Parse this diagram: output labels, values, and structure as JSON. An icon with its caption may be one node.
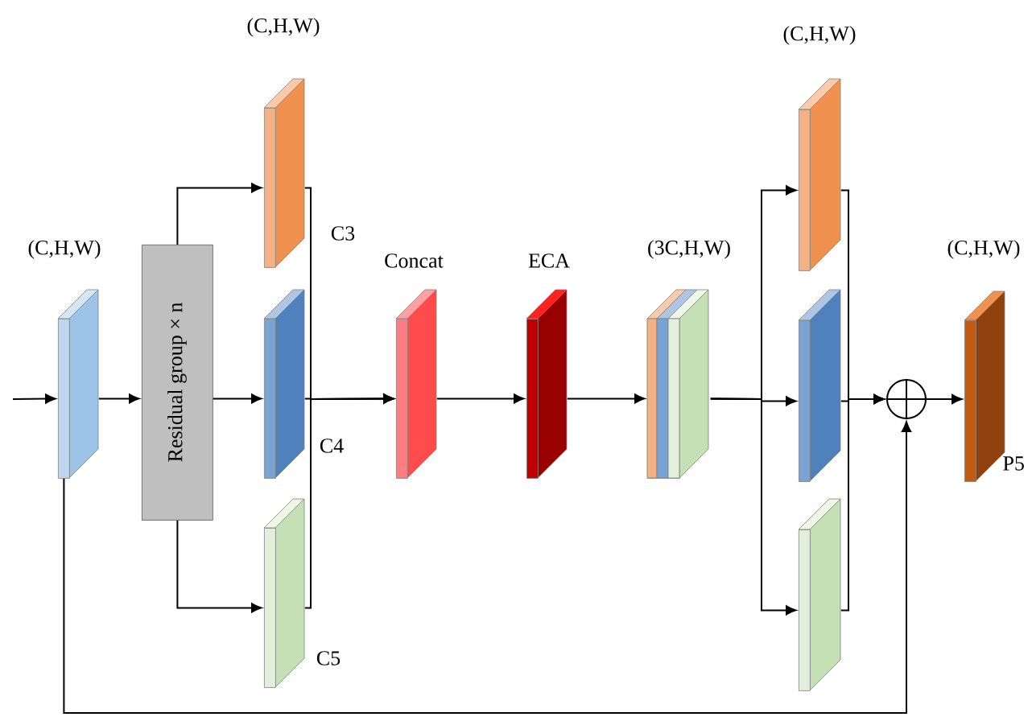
{
  "diagram": {
    "nodes": [
      {
        "text": [
          "(C,H,W)"
        ]
      },
      {
        "text": [
          "Residual group × n"
        ]
      },
      {
        "text": [
          "(C,H,W)"
        ],
        "beside": [
          "C3"
        ]
      },
      {
        "text": [],
        "shape": "box",
        "beside": [
          "C4"
        ]
      },
      {
        "text": [],
        "shape": "box",
        "beside": [
          "C5"
        ]
      },
      {
        "text": [
          "Concat"
        ]
      },
      {
        "text": [
          "ECA"
        ]
      },
      {
        "text": [
          "(3C,H,W)"
        ]
      },
      {
        "text": [
          "(C,H,W)"
        ]
      },
      {
        "text": [],
        "shape": "box"
      },
      {
        "text": [],
        "shape": "box"
      },
      {
        "text": [],
        "shape": "circle"
      },
      {
        "text": [
          "(C,H,W)"
        ],
        "beside": [
          "P5"
        ]
      }
    ],
    "edges": [
      {
        "from": null,
        "to": 0,
        "arrow": "to"
      },
      {
        "from": 0,
        "to": 1,
        "arrow": "to"
      },
      {
        "from": 1,
        "to": 2,
        "arrow": "to"
      },
      {
        "from": 1,
        "to": 3,
        "arrow": "to"
      },
      {
        "from": 1,
        "to": 4,
        "arrow": "to"
      },
      {
        "from": 2,
        "to": 5,
        "arrow": "to"
      },
      {
        "from": 3,
        "to": 5,
        "arrow": "to"
      },
      {
        "from": 4,
        "to": 5,
        "arrow": "to"
      },
      {
        "from": 5,
        "to": 6,
        "arrow": "to"
      },
      {
        "from": 6,
        "to": 7,
        "arrow": "to"
      },
      {
        "from": 7,
        "to": 8,
        "arrow": "to"
      },
      {
        "from": 7,
        "to": 9,
        "arrow": "to"
      },
      {
        "from": 7,
        "to": 10,
        "arrow": "to"
      },
      {
        "from": 8,
        "to": 11,
        "arrow": "to"
      },
      {
        "from": 9,
        "to": 11,
        "arrow": "to"
      },
      {
        "from": 10,
        "to": 11,
        "arrow": "to"
      },
      {
        "from": 11,
        "to": 12,
        "arrow": "to"
      },
      {
        "from": 0,
        "to": 11,
        "arrow": "to"
      }
    ]
  }
}
